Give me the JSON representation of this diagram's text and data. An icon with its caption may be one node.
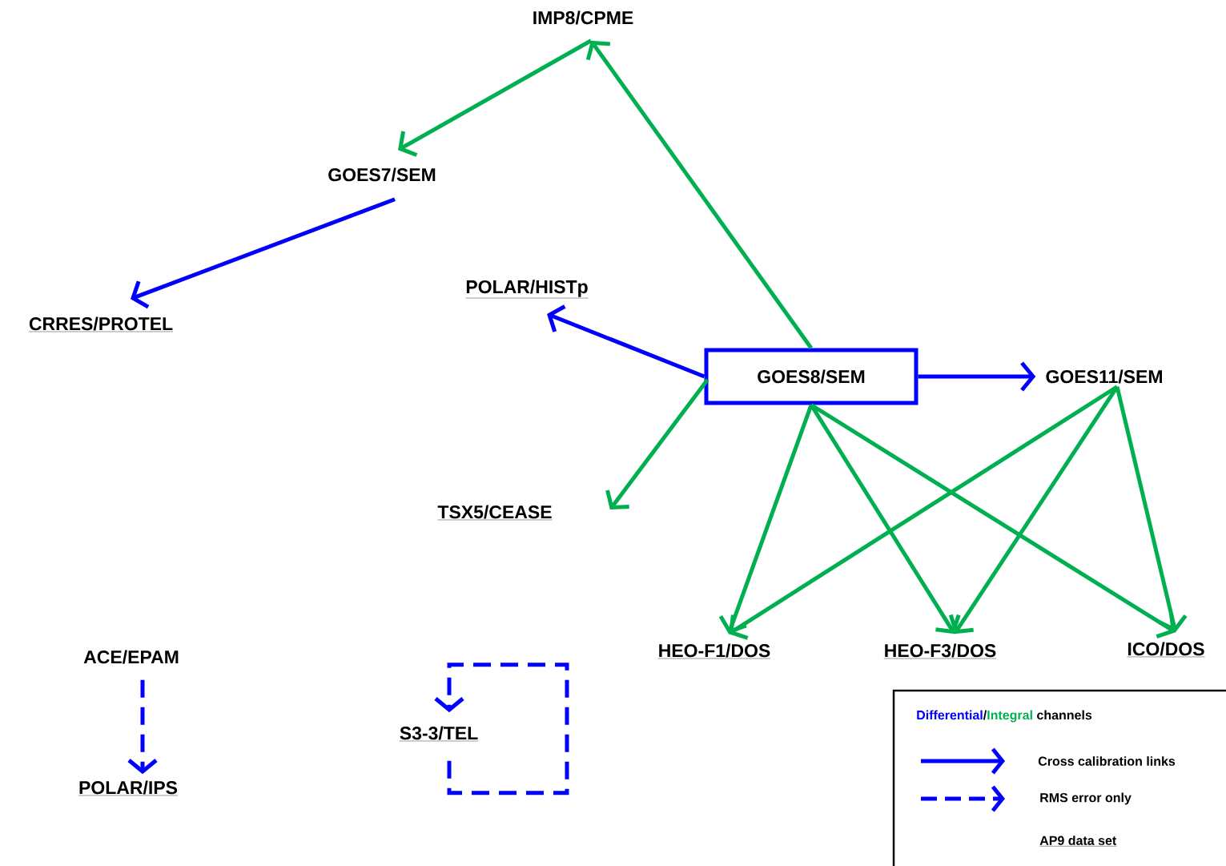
{
  "diagram": {
    "nodes": [
      {
        "text": [
          "IMP8/CPME"
        ]
      },
      {
        "text": [
          "GOES7/SEM"
        ]
      },
      {
        "text": [
          "CRRES/PROTEL"
        ]
      },
      {
        "text": [
          "POLAR/HISTp"
        ]
      },
      {
        "text": [
          "GOES8/SEM"
        ]
      },
      {
        "text": [
          "GOES11/SEM"
        ]
      },
      {
        "text": [
          "TSX5/CEASE"
        ]
      },
      {
        "text": [
          "ACE/EPAM"
        ]
      },
      {
        "text": [
          "S3-3/TEL"
        ]
      },
      {
        "text": [
          "POLAR/IPS"
        ]
      },
      {
        "text": [
          "HEO-F1/DOS"
        ]
      },
      {
        "text": [
          "HEO-F3/DOS"
        ]
      },
      {
        "text": [
          "ICO/DOS"
        ]
      }
    ],
    "edges": [
      {
        "from": 4,
        "to": 0,
        "arrow": "to"
      },
      {
        "from": 0,
        "to": 1,
        "arrow": "to"
      },
      {
        "from": 1,
        "to": 2,
        "arrow": "to",
        "color": "#0000ff"
      },
      {
        "from": 4,
        "to": 3,
        "arrow": "to",
        "color": "#0000ff"
      },
      {
        "from": 4,
        "to": 5,
        "arrow": "to",
        "color": "#0000ff"
      },
      {
        "from": 4,
        "to": 6,
        "arrow": "to"
      },
      {
        "from": 4,
        "to": 10,
        "arrow": "to"
      },
      {
        "from": 4,
        "to": 11,
        "arrow": "to"
      },
      {
        "from": 4,
        "to": 12,
        "arrow": "to"
      },
      {
        "from": 5,
        "to": 10,
        "arrow": "to"
      },
      {
        "from": 5,
        "to": 11,
        "arrow": "to"
      },
      {
        "from": 5,
        "to": 12,
        "arrow": "to"
      },
      {
        "from": 7,
        "to": 9,
        "arrow": "to",
        "style": "dashed",
        "color": "#0000ff"
      },
      {
        "from": 8,
        "to": 8,
        "arrow": "to",
        "style": "dashed",
        "color": "#0000ff"
      }
    ],
    "labels": [
      "/",
      "channels"
    ],
    "legend": [
      {
        "text": "Differential",
        "color": "#0000ff"
      },
      {
        "text": "Integral",
        "color": "#00b050"
      },
      {
        "text": "Cross calibration links"
      },
      {
        "text": "RMS error only"
      },
      {
        "text": "AP9 data set"
      }
    ]
  }
}
